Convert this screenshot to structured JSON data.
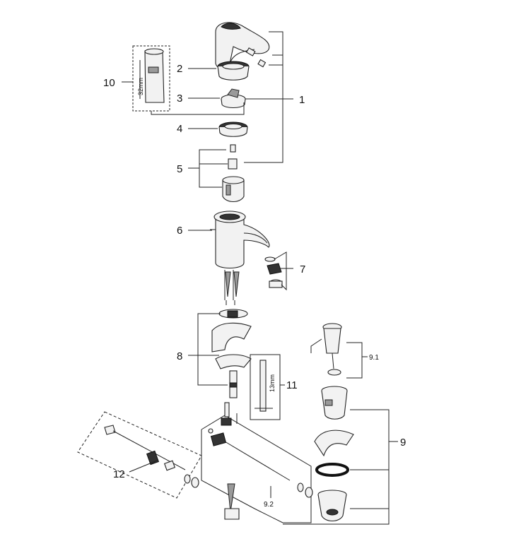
{
  "labels": {
    "p1": "1",
    "p2": "2",
    "p3": "3",
    "p4": "4",
    "p5": "5",
    "p6": "6",
    "p7": "7",
    "p8": "8",
    "p9": "9",
    "p9_1": "9.1",
    "p9_2": "9.2",
    "p10": "10",
    "p11": "11",
    "p12": "12"
  },
  "dimensions": {
    "tool_10": "32mm",
    "tool_11": "13mm"
  }
}
